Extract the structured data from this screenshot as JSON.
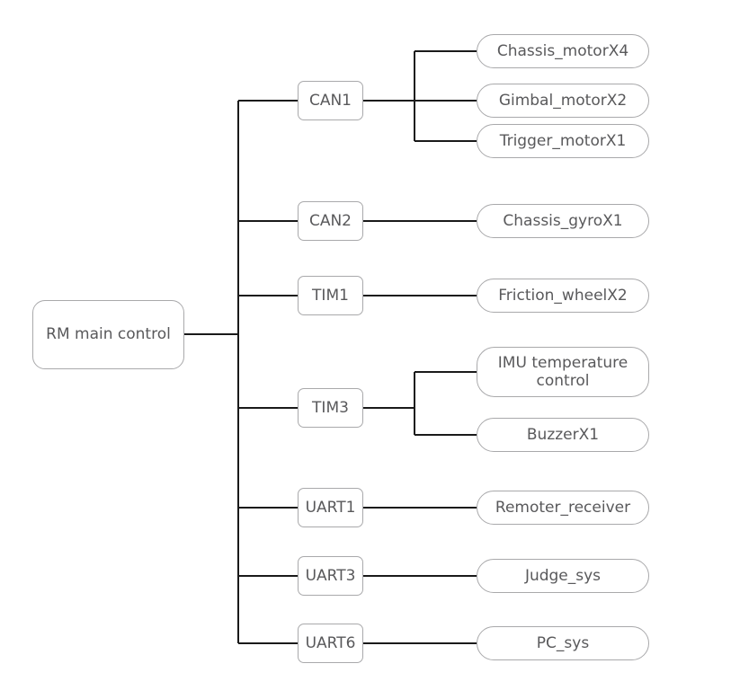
{
  "diagram": {
    "type": "tree-diagram",
    "root": {
      "id": "root",
      "label": "RM main control"
    },
    "buses": [
      {
        "id": "can1",
        "label": "CAN1"
      },
      {
        "id": "can2",
        "label": "CAN2"
      },
      {
        "id": "tim1",
        "label": "TIM1"
      },
      {
        "id": "tim3",
        "label": "TIM3"
      },
      {
        "id": "uart1",
        "label": "UART1"
      },
      {
        "id": "uart3",
        "label": "UART3"
      },
      {
        "id": "uart6",
        "label": "UART6"
      }
    ],
    "leaves": [
      {
        "id": "chassis-motor",
        "label": "Chassis_motorX4",
        "parent": "can1"
      },
      {
        "id": "gimbal-motor",
        "label": "Gimbal_motorX2",
        "parent": "can1"
      },
      {
        "id": "trigger-motor",
        "label": "Trigger_motorX1",
        "parent": "can1"
      },
      {
        "id": "chassis-gyro",
        "label": "Chassis_gyroX1",
        "parent": "can2"
      },
      {
        "id": "friction-wheel",
        "label": "Friction_wheelX2",
        "parent": "tim1"
      },
      {
        "id": "imu-temperature",
        "label": "IMU temperature control",
        "parent": "tim3"
      },
      {
        "id": "buzzer",
        "label": "BuzzerX1",
        "parent": "tim3"
      },
      {
        "id": "remoter-receiver",
        "label": "Remoter_receiver",
        "parent": "uart1"
      },
      {
        "id": "judge-sys",
        "label": "Judge_sys",
        "parent": "uart3"
      },
      {
        "id": "pc-sys",
        "label": "PC_sys",
        "parent": "uart6"
      }
    ],
    "colors": {
      "text": "#59595b",
      "node_border": "#a9a9ab",
      "edge": "#1a1a1a",
      "background": "#ffffff"
    }
  }
}
